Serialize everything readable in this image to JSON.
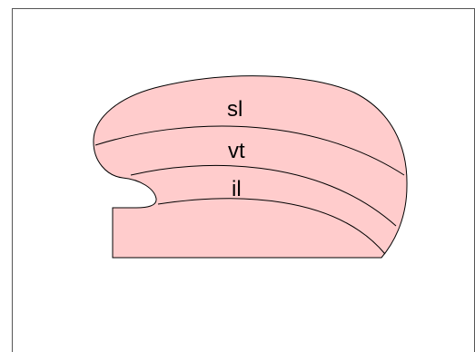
{
  "diagram": {
    "fill_color": "#FFCCCC",
    "stroke_color": "#000000",
    "frame_color": "#555555",
    "labels": {
      "top": "sl",
      "middle": "vt",
      "bottom": "il"
    }
  }
}
